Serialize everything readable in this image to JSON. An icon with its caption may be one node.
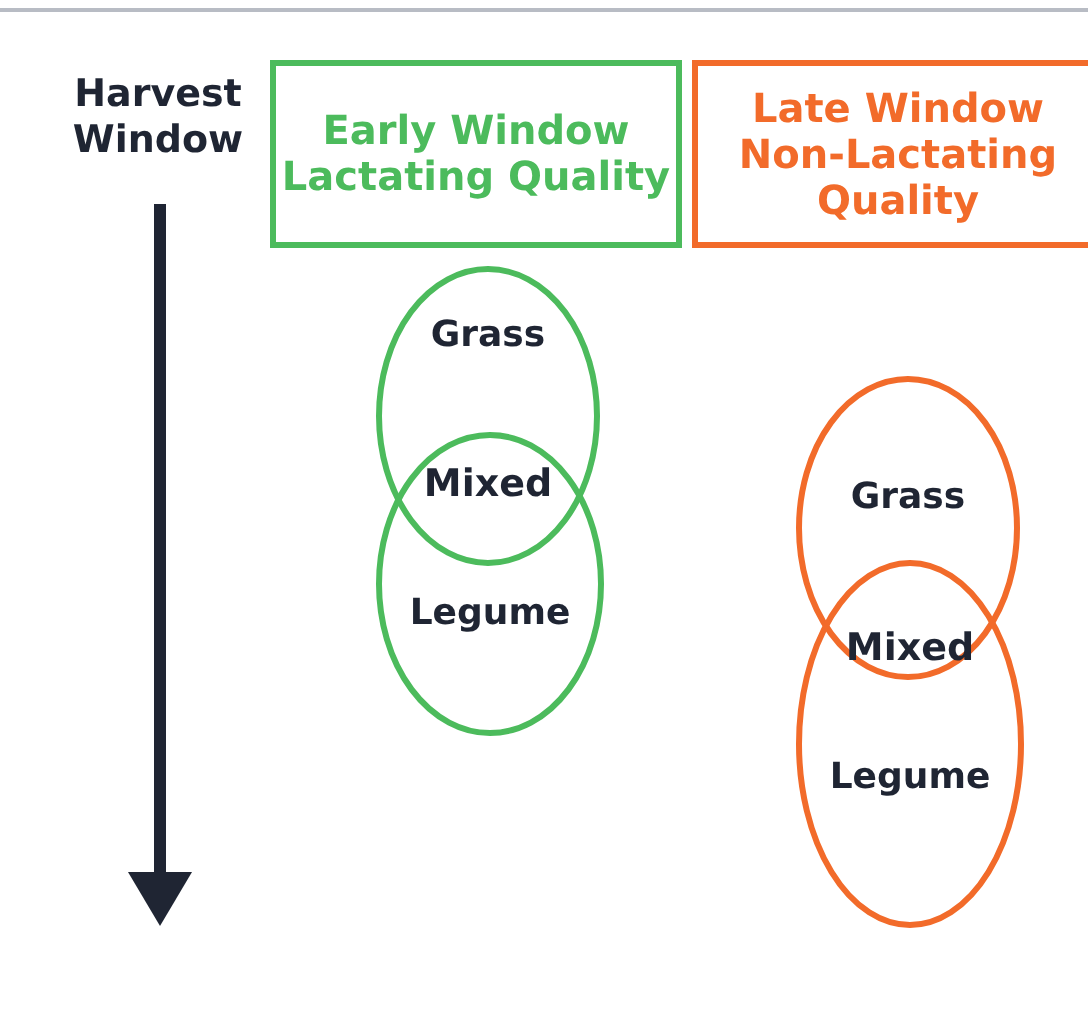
{
  "diagram": {
    "nodes": [
      {
        "text": [
          "Early Window Lactating Quality"
        ]
      },
      {
        "text": [
          "Late Window Non-Lactating Quality"
        ]
      },
      {
        "text": [
          "Grass"
        ]
      },
      {
        "text": [
          "Legume"
        ]
      },
      {
        "text": [
          "Grass"
        ]
      },
      {
        "text": [
          "Legume"
        ]
      }
    ],
    "edges": [],
    "labels": [
      "Harvest Window",
      "Mixed",
      "Mixed"
    ]
  }
}
